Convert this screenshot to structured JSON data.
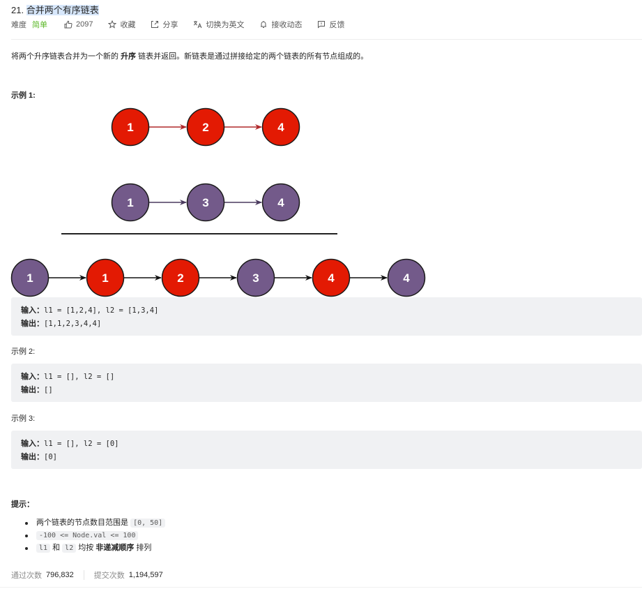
{
  "problem": {
    "number": "21.",
    "title": "合并两个有序链表"
  },
  "meta": {
    "difficulty_label": "难度",
    "difficulty_value": "简单",
    "difficulty_color": "#5ab726",
    "likes": "2097",
    "favorite": "收藏",
    "share": "分享",
    "translate": "切换为英文",
    "subscribe": "接收动态",
    "feedback": "反馈"
  },
  "description": {
    "part1": "将两个升序链表合并为一个新的 ",
    "bold": "升序",
    "part2": " 链表并返回。新链表是通过拼接给定的两个链表的所有节点组成的。"
  },
  "examples": [
    {
      "heading": "示例 1:",
      "input_label": "输入：",
      "input": "l1 = [1,2,4], l2 = [1,3,4]",
      "output_label": "输出：",
      "output": "[1,1,2,3,4,4]"
    },
    {
      "heading": "示例 2:",
      "input_label": "输入：",
      "input": "l1 = [], l2 = []",
      "output_label": "输出：",
      "output": "[]"
    },
    {
      "heading": "示例 3:",
      "input_label": "输入：",
      "input": "l1 = [], l2 = [0]",
      "output_label": "输出：",
      "output": "[0]"
    }
  ],
  "diagram": {
    "colors": {
      "red": "#e31a03",
      "purple": "#735a8a",
      "stroke": "#1a1a1a",
      "red_arrow": "#b0282a",
      "purple_arrow": "#4a3a5e"
    },
    "list1": [
      "1",
      "2",
      "4"
    ],
    "list2": [
      "1",
      "3",
      "4"
    ],
    "merged": [
      {
        "val": "1",
        "color": "purple"
      },
      {
        "val": "1",
        "color": "red"
      },
      {
        "val": "2",
        "color": "red"
      },
      {
        "val": "3",
        "color": "purple"
      },
      {
        "val": "4",
        "color": "red"
      },
      {
        "val": "4",
        "color": "purple"
      }
    ]
  },
  "hints": {
    "title": "提示：",
    "items": [
      {
        "text": "两个链表的节点数目范围是 ",
        "code": "[0, 50]"
      },
      {
        "code": "-100 <= Node.val <= 100"
      },
      {
        "code1": "l1",
        "mid": " 和 ",
        "code2": "l2",
        "text": " 均按 ",
        "bold": "非递减顺序",
        "tail": " 排列"
      }
    ]
  },
  "stats": {
    "accepted_label": "通过次数",
    "accepted": "796,832",
    "submitted_label": "提交次数",
    "submitted": "1,194,597"
  }
}
